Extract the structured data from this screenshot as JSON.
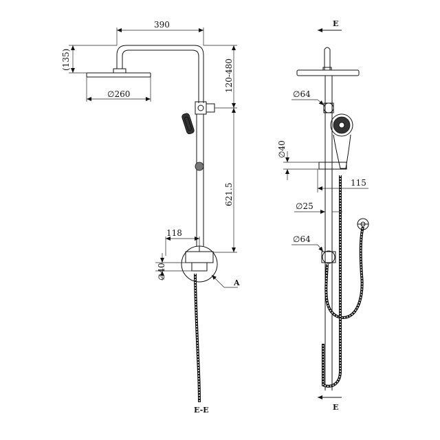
{
  "diagram": {
    "front_view": {
      "arm_width_label": "390",
      "arm_drop_label": "(135)",
      "head_diameter_label": "∅260",
      "height_adjust_label": "120-480",
      "rail_length_label": "621.5",
      "wall_offset_label": "118",
      "inlet_diameter_label": "∅40",
      "callout_label": "A",
      "section_marker_label": "E-E"
    },
    "side_view": {
      "section_top_label": "E",
      "section_bottom_label": "E",
      "bracket_top_diameter_label": "∅64",
      "handset_holder_diameter_label": "∅40",
      "handset_projection_label": "115",
      "rail_diameter_label": "∅25",
      "bracket_bottom_diameter_label": "∅64"
    }
  }
}
